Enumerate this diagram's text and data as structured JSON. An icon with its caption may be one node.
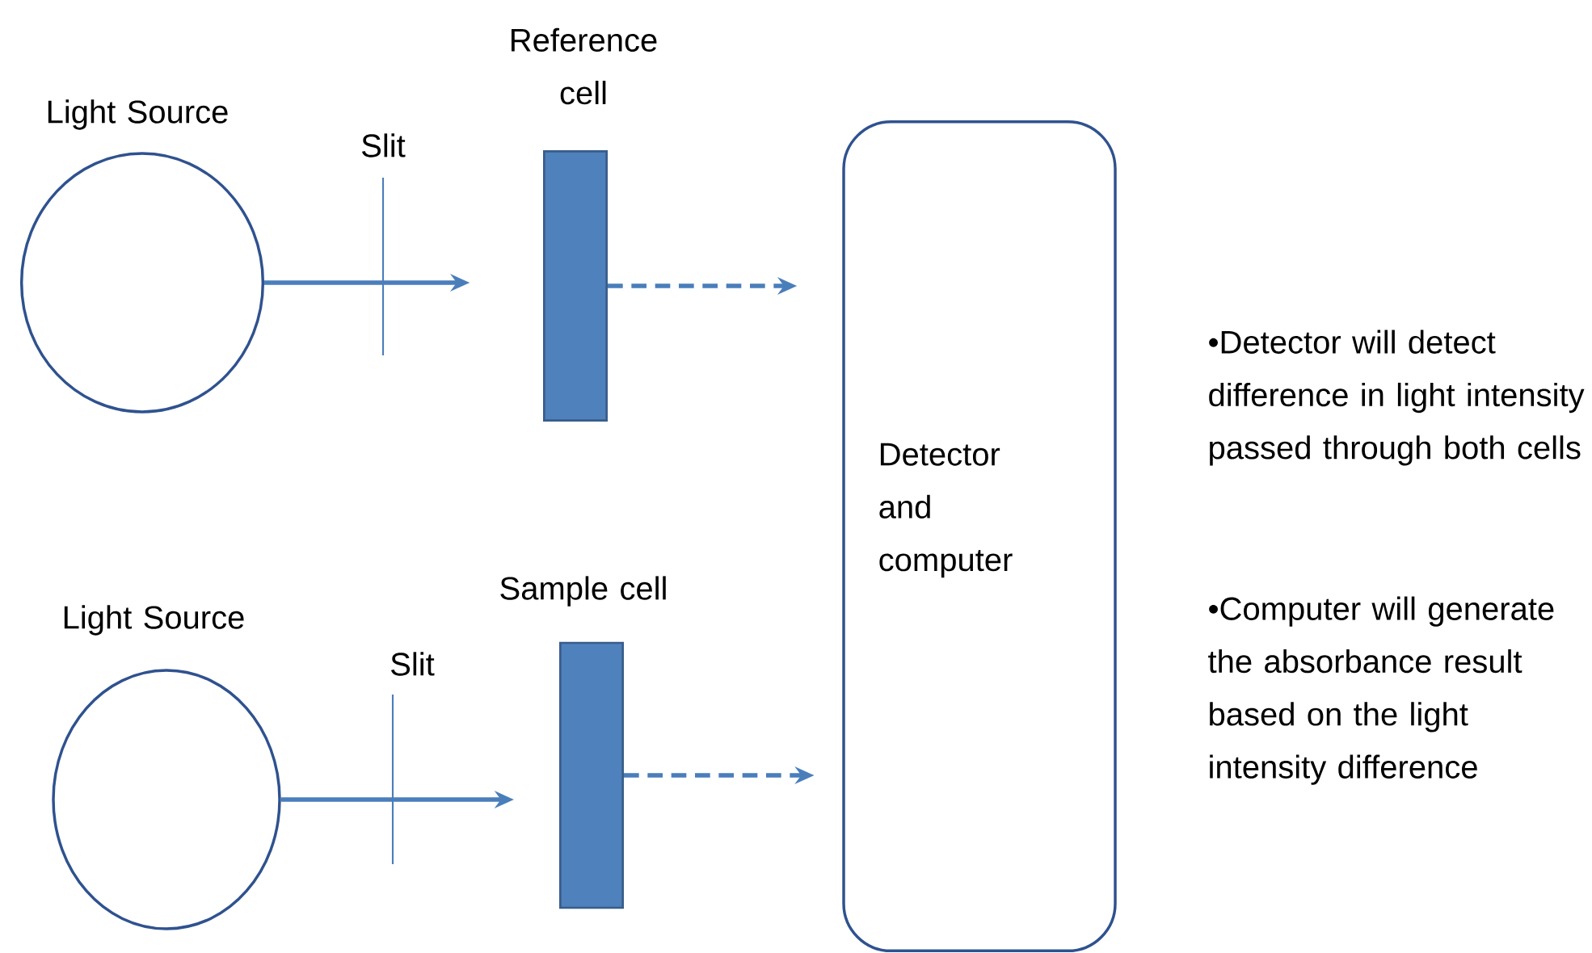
{
  "diagram": {
    "nodes": [
      {
        "text": [
          "Light Source"
        ]
      },
      {
        "text": [
          "Reference cell"
        ]
      },
      {
        "text": [
          "Detector and computer"
        ]
      },
      {
        "text": [
          "Light Source"
        ]
      },
      {
        "text": [
          "Sample cell"
        ]
      }
    ],
    "edges": [
      {
        "from": 0,
        "to": 1,
        "arrow": "to"
      },
      {
        "from": 1,
        "to": 2,
        "arrow": "to",
        "style": "dashed"
      },
      {
        "from": 3,
        "to": 4,
        "arrow": "to"
      },
      {
        "from": 4,
        "to": 2,
        "arrow": "to",
        "style": "dashed"
      }
    ],
    "labels": [
      "Slit",
      "Slit",
      "•Detector will detect difference in light intensity passed through both cells",
      "•Computer will generate the absorbance result based on the light intensity difference"
    ]
  }
}
